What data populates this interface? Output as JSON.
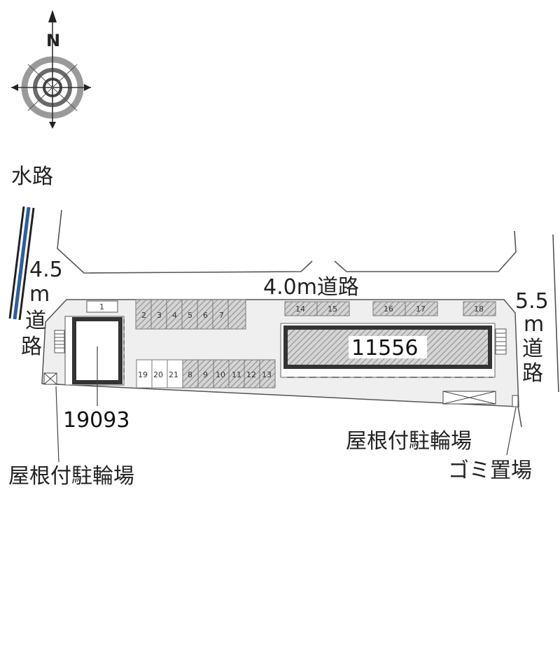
{
  "compass": {
    "north_label": "N",
    "icon": "compass-rose-icon"
  },
  "water_channel": {
    "label": "水路"
  },
  "roads": {
    "top": "4.0m道路",
    "left_width": "4.5",
    "left_unit": "m",
    "left_label_1": "道",
    "left_label_2": "路",
    "right_width": "5.5",
    "right_unit": "m",
    "right_label_1": "道",
    "right_label_2": "路"
  },
  "buildings": {
    "main": "11556",
    "small": "19093"
  },
  "facilities": {
    "bike_parking_left": "屋根付駐輪場",
    "bike_parking_right": "屋根付駐輪場",
    "garbage": "ゴミ置場"
  },
  "parking": {
    "top_row": [
      "2",
      "3",
      "4",
      "5",
      "6",
      "7"
    ],
    "bottom_row": [
      "8",
      "9",
      "10",
      "11",
      "12",
      "13"
    ],
    "plain_row": [
      "19",
      "20",
      "21"
    ],
    "slot1": "1",
    "right_pairs": [
      "14",
      "15",
      "16",
      "17",
      "18"
    ]
  },
  "colors": {
    "site": "#efefef",
    "slot_hatch": "#c8c8c8",
    "building_outline": "#3a3a3a",
    "road_line": "#555555",
    "water": "#2b5f9e"
  }
}
